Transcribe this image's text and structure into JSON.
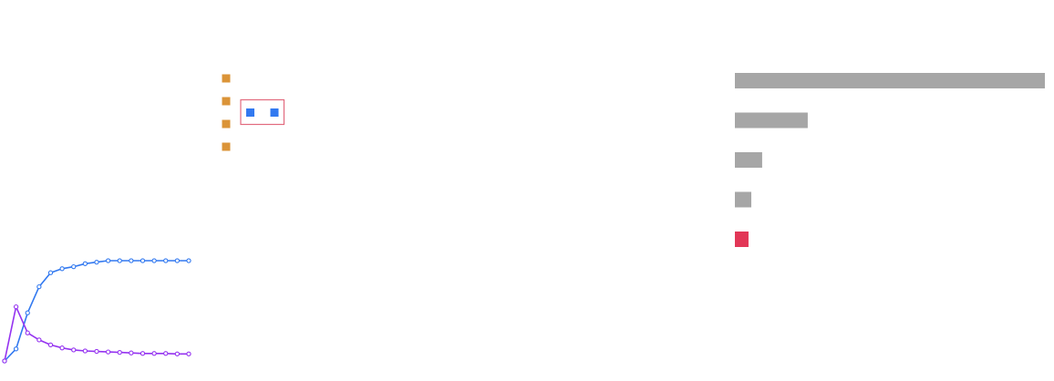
{
  "colors": {
    "orange": "#DB9438",
    "blue": "#3279F0",
    "purple": "#9533F0",
    "gray": "#A6A6A6",
    "red": "#E23757",
    "frame": "#E26A7E"
  },
  "chart_data": [
    {
      "type": "line",
      "title": "",
      "xlabel": "",
      "ylabel": "",
      "grid": false,
      "legend": "none",
      "x": [
        0,
        1,
        2,
        3,
        4,
        5,
        6,
        7,
        8,
        9,
        10,
        11,
        12,
        13,
        14,
        15,
        16
      ],
      "series": [
        {
          "color": "blue",
          "values": [
            0.0,
            0.12,
            0.48,
            0.74,
            0.88,
            0.92,
            0.94,
            0.97,
            0.985,
            1.0,
            1.0,
            1.0,
            1.0,
            1.0,
            1.0,
            1.0,
            1.0
          ]
        },
        {
          "color": "purple",
          "values": [
            0.0,
            0.54,
            0.28,
            0.21,
            0.16,
            0.13,
            0.11,
            0.1,
            0.095,
            0.09,
            0.085,
            0.08,
            0.075,
            0.075,
            0.075,
            0.07,
            0.07
          ]
        }
      ]
    },
    {
      "type": "bar",
      "orientation": "horizontal",
      "title": "",
      "xlabel": "",
      "ylabel": "",
      "grid": false,
      "legend": "none",
      "categories": [
        "",
        "",
        "",
        "",
        ""
      ],
      "values": [
        100,
        23.5,
        8.8,
        5.3,
        4.4
      ],
      "highlight_index": 4
    },
    {
      "type": "scatter",
      "title": "",
      "legend": "none",
      "series": [
        {
          "color": "orange",
          "points": [
            [
              0,
              0
            ],
            [
              0,
              1
            ],
            [
              0,
              2
            ],
            [
              0,
              3
            ]
          ]
        },
        {
          "color": "blue",
          "points": [
            [
              1,
              1.5
            ],
            [
              2,
              1.5
            ]
          ],
          "highlighted": true
        }
      ]
    }
  ]
}
